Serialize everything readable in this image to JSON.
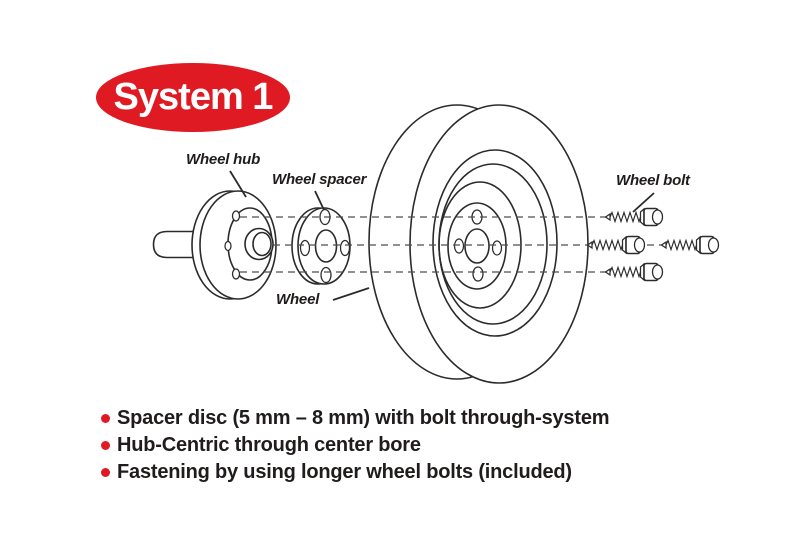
{
  "badge": {
    "label": "System 1"
  },
  "diagram": {
    "labels": {
      "wheel_hub": "Wheel hub",
      "wheel_spacer": "Wheel spacer",
      "wheel": "Wheel",
      "wheel_bolt": "Wheel bolt"
    },
    "bolt_count": 4
  },
  "features": {
    "items": [
      "Spacer disc (5 mm – 8 mm) with bolt through-system",
      "Hub-Centric through center bore",
      "Fastening by using longer wheel bolts (included)"
    ]
  },
  "colors": {
    "accent_red": "#e01a22",
    "line": "#2b2b2b",
    "dash": "#4d4d4d",
    "text": "#1f1c1b",
    "background": "#ffffff"
  }
}
